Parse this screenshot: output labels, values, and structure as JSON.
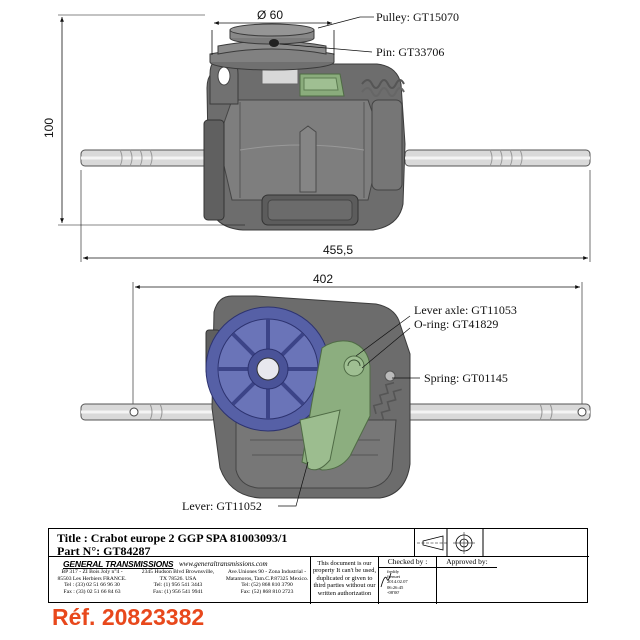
{
  "colors": {
    "accent_ref": "#e8481c",
    "housing": "#6c6c6c",
    "pulley_blue": "#5660a6",
    "lever_green": "#8cae7f"
  },
  "dimensions": {
    "pulley_diameter": "Ø 60",
    "height": "100",
    "overall_width": "455,5",
    "axle_span": "402"
  },
  "callouts": {
    "pulley": "Pulley:  GT15070",
    "pin": "Pin:  GT33706",
    "lever_axle": "Lever axle:  GT11053",
    "o_ring": "O-ring:  GT41829",
    "spring": "Spring:  GT01145",
    "lever": "Lever:  GT11052"
  },
  "title_block": {
    "title": "Title :  Crabot europe 2 GGP SPA 81003093/1",
    "part_no": "Part N°:  GT84287",
    "brand": "GENERAL TRANSMISSIONS",
    "website": "www.generaltransmissions.com",
    "address_fr": "BP 317 - ZI Bois Joly n°4 -\n85503 Les Herbiers FRANCE.\nTel : (33) 02 51 66 96 30\nFax : (33) 02 51 66 84 63",
    "address_us": "2345 Hudson Blvd Brownsville,\nTX 78526. USA\nTel: (1) 956 541 3443\nFax: (1) 956 541 9941",
    "address_mx": "Ave.Uniones 90 - Zona Industrial -\nMatamoros, Tam.C.P.87325 Mexico.\nTel: (52) 868 810 3790\nFax: (52) 868 810 2723",
    "notice": "This document is our\nproperty It can't be used,\nduplicated or given to\nthird parties without our\nwritten authorization",
    "checked_by_label": "Checked by :",
    "approved_by_label": "Approved by:",
    "checked_by_entry": "freddy\nfrenuet\n2014.02.07\n06:26:45\n-08'00'"
  },
  "reference": "Réf. 20823382"
}
